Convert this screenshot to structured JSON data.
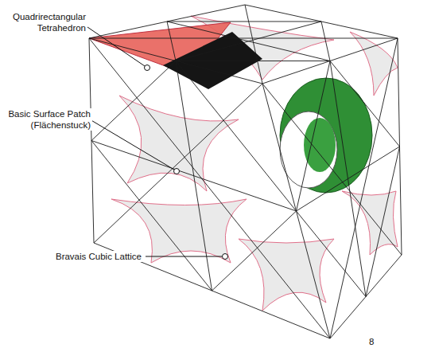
{
  "diagram": {
    "labels": [
      "Quadrirectangular Tetrahedron",
      "Basic Surface Patch (Flächenstuck)",
      "Bravais Cubic Lattice",
      "8"
    ]
  }
}
